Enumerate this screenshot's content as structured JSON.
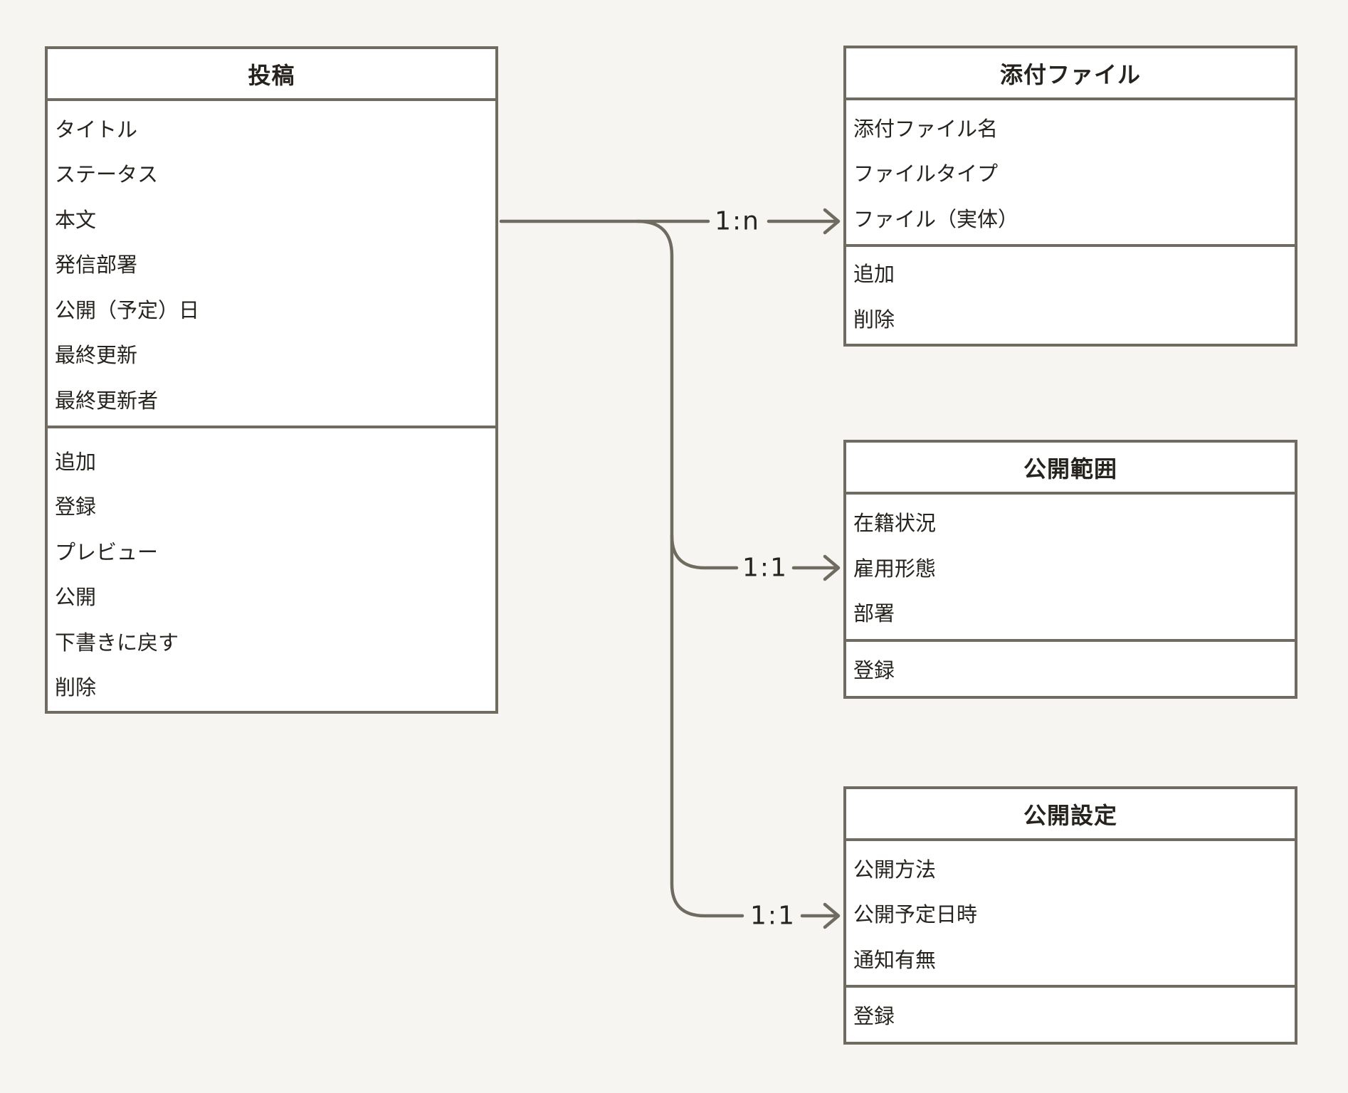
{
  "diagram": {
    "type": "entity-relationship",
    "background_color": "#f6f5f2",
    "line_color": "#6f6b60",
    "text_color": "#26231f",
    "box_fill": "#ffffff",
    "entities": [
      {
        "title": "投稿",
        "fields": [
          "タイトル",
          "ステータス",
          "本文",
          "発信部署",
          "公開（予定）日",
          "最終更新",
          "最終更新者"
        ],
        "actions": [
          "追加",
          "登録",
          "プレビュー",
          "公開",
          "下書きに戻す",
          "削除"
        ]
      },
      {
        "title": "添付ファイル",
        "fields": [
          "添付ファイル名",
          "ファイルタイプ",
          "ファイル（実体）"
        ],
        "actions": [
          "追加",
          "削除"
        ]
      },
      {
        "title": "公開範囲",
        "fields": [
          "在籍状況",
          "雇用形態",
          "部署"
        ],
        "actions": [
          "登録"
        ]
      },
      {
        "title": "公開設定",
        "fields": [
          "公開方法",
          "公開予定日時",
          "通知有無"
        ],
        "actions": [
          "登録"
        ]
      }
    ],
    "relations": [
      {
        "label": "1:n",
        "from": "投稿",
        "to": "添付ファイル"
      },
      {
        "label": "1:1",
        "from": "投稿",
        "to": "公開範囲"
      },
      {
        "label": "1:1",
        "from": "投稿",
        "to": "公開設定"
      }
    ]
  }
}
